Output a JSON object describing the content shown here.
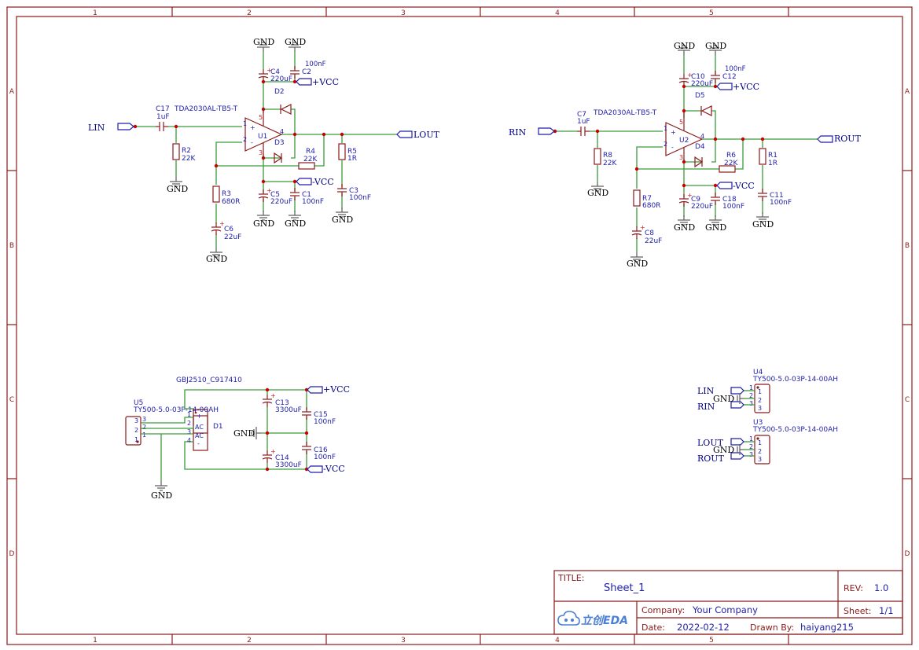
{
  "frame": {
    "cols": [
      "1",
      "2",
      "3",
      "4",
      "5"
    ],
    "rows": [
      "A",
      "B",
      "C",
      "D"
    ]
  },
  "title_block": {
    "title_label": "TITLE:",
    "title": "Sheet_1",
    "rev_label": "REV:",
    "rev": "1.0",
    "company_label": "Company:",
    "company": "Your Company",
    "sheet_label": "Sheet:",
    "sheet": "1/1",
    "date_label": "Date:",
    "date": "2022-02-12",
    "drawn_label": "Drawn By:",
    "drawn_by": "haiyang215",
    "logo_text": "立创EDA"
  },
  "nets": {
    "gnd": "GND",
    "vcc": "+VCC",
    "nvcc": "-VCC",
    "lin": "LIN",
    "rin": "RIN",
    "lout": "LOUT",
    "rout": "ROUT"
  },
  "left_amp": {
    "u": "U1",
    "part": "TDA2030AL-TB5-T",
    "c17": {
      "ref": "C17",
      "val": "1uF"
    },
    "c4": {
      "ref": "C4",
      "val": "220uF"
    },
    "c2": {
      "ref": "C2",
      "val": "100nF"
    },
    "c5": {
      "ref": "C5",
      "val": "220uF"
    },
    "c1": {
      "ref": "C1",
      "val": "100nF"
    },
    "c3": {
      "ref": "C3",
      "val": "100nF"
    },
    "c6": {
      "ref": "C6",
      "val": "22uF"
    },
    "r2": {
      "ref": "R2",
      "val": "22K"
    },
    "r3": {
      "ref": "R3",
      "val": "680R"
    },
    "r4": {
      "ref": "R4",
      "val": "22K"
    },
    "r5": {
      "ref": "R5",
      "val": "1R"
    },
    "d2": "D2",
    "d3": "D3"
  },
  "right_amp": {
    "u": "U2",
    "part": "TDA2030AL-TB5-T",
    "c7": {
      "ref": "C7",
      "val": "1uF"
    },
    "c10": {
      "ref": "C10",
      "val": "220uF"
    },
    "c12": {
      "ref": "C12",
      "val": "100nF"
    },
    "c9": {
      "ref": "C9",
      "val": "220uF"
    },
    "c18": {
      "ref": "C18",
      "val": "100nF"
    },
    "c11": {
      "ref": "C11",
      "val": "100nF"
    },
    "c8": {
      "ref": "C8",
      "val": "22uF"
    },
    "r8": {
      "ref": "R8",
      "val": "22K"
    },
    "r7": {
      "ref": "R7",
      "val": "680R"
    },
    "r6": {
      "ref": "R6",
      "val": "22K"
    },
    "r1": {
      "ref": "R1",
      "val": "1R"
    },
    "d5": "D5",
    "d4": "D4"
  },
  "psu": {
    "bridge_part": "GBJ2510_C917410",
    "bridge_ref": "D1",
    "ac1": "AC",
    "ac2": "AC",
    "plus": "+",
    "minus": "-",
    "u5": "U5",
    "u5_part": "TY500-5.0-03P-14-00AH",
    "c13": {
      "ref": "C13",
      "val": "3300uF"
    },
    "c14": {
      "ref": "C14",
      "val": "3300uF"
    },
    "c15": {
      "ref": "C15",
      "val": "100nF"
    },
    "c16": {
      "ref": "C16",
      "val": "100nF"
    }
  },
  "connectors": {
    "u4": "U4",
    "u4_part": "TY500-5.0-03P-14-00AH",
    "u3": "U3",
    "u3_part": "TY500-5.0-03P-14-00AH"
  }
}
